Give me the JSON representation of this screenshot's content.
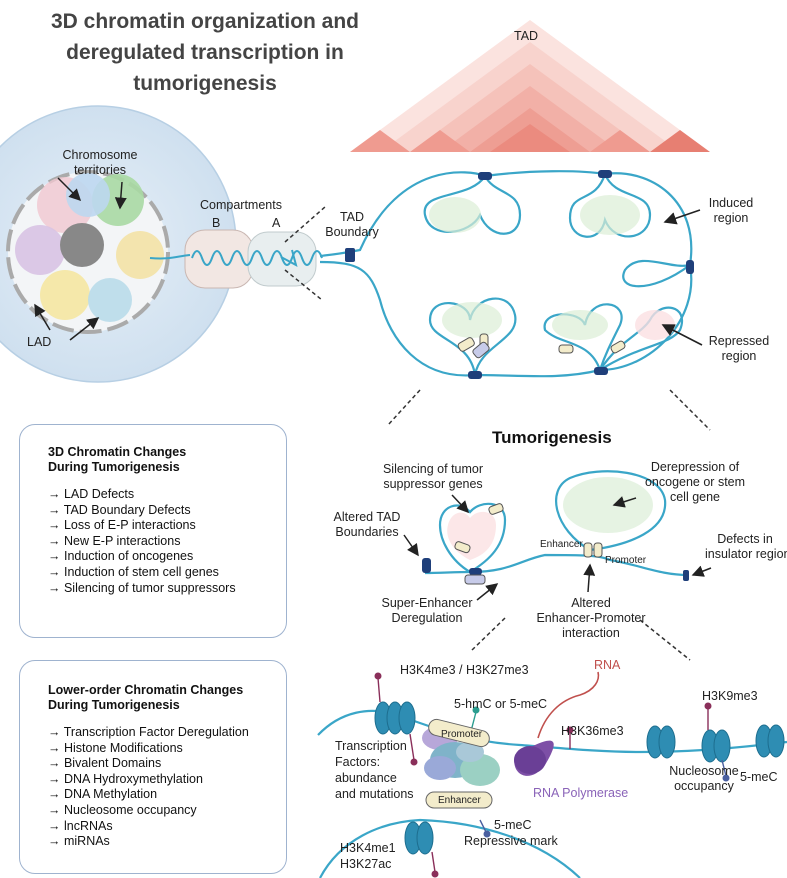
{
  "title": {
    "line1": "3D chromatin organization and",
    "line2": "deregulated transcription in tumorigenesis"
  },
  "top": {
    "tad": "TAD",
    "chromosome_territories": [
      "Chromosome",
      "territories"
    ],
    "compartments": "Compartments",
    "compartment_b": "B",
    "compartment_a": "A",
    "lad": "LAD",
    "tad_boundary": [
      "TAD",
      "Boundary"
    ],
    "induced_region": [
      "Induced",
      "region"
    ],
    "repressed_region": [
      "Repressed",
      "region"
    ]
  },
  "tumorigenesis": {
    "heading": "Tumorigenesis",
    "silencing": [
      "Silencing of tumor",
      "suppressor genes"
    ],
    "derepression": [
      "Derepression of",
      "oncogene or stem",
      "cell gene"
    ],
    "altered_tad": [
      "Altered TAD",
      "Boundaries"
    ],
    "enhancer": "Enhancer",
    "promoter": "Promoter",
    "defects_insulator": [
      "Defects in",
      "insulator regions"
    ],
    "super_enhancer": [
      "Super-Enhancer",
      "Deregulation"
    ],
    "altered_ep": [
      "Altered",
      "Enhancer-Promoter",
      "interaction"
    ]
  },
  "bottom": {
    "h3k4me3_h3k27me3": "H3K4me3 / H3K27me3",
    "hmc": "5-hmC or 5-meC",
    "rna": "RNA",
    "h3k9me3": "H3K9me3",
    "promoter": "Promoter",
    "h3k36me3": "H3K36me3",
    "tf": [
      "Transcription",
      "Factors:",
      "abundance",
      "and mutations"
    ],
    "rnapol": "RNA Polymerase",
    "nucleosome": [
      "Nucleosome",
      "occupancy"
    ],
    "meC_right": "5-meC",
    "enhancer": "Enhancer",
    "meC": "5-meC",
    "repressive": "Repressive mark",
    "h3k4me1": "H3K4me1",
    "h3k27ac": "H3K27ac"
  },
  "box1": {
    "heading": [
      "3D Chromatin Changes",
      "During Tumorigenesis"
    ],
    "items": [
      "→ LAD Defects",
      "→ TAD Boundary Defects",
      "→ Loss of E-P interactions",
      "→ New E-P interactions",
      "→ Induction of oncogenes",
      "→ Induction of stem cell genes",
      "→ Silencing of tumor suppressors"
    ]
  },
  "box2": {
    "heading": [
      "Lower-order Chromatin Changes",
      "During Tumorigenesis"
    ],
    "items": [
      "→ Transcription Factor Deregulation",
      "→ Histone Modifications",
      "→ Bivalent Domains",
      "→ DNA Hydroxymethylation",
      "→ DNA Methylation",
      "→ Nucleosome occupancy",
      "→ lncRNAs",
      "→ miRNAs"
    ]
  },
  "colors": {
    "chromatin": "#3aa6c8",
    "boundary": "#1f3f7a",
    "tad": "#e77f72",
    "nucleus": "#d6e6f3",
    "polymerase": "#7d4fa6",
    "rna": "#c0504d",
    "pol_label": "#8a63b8"
  }
}
